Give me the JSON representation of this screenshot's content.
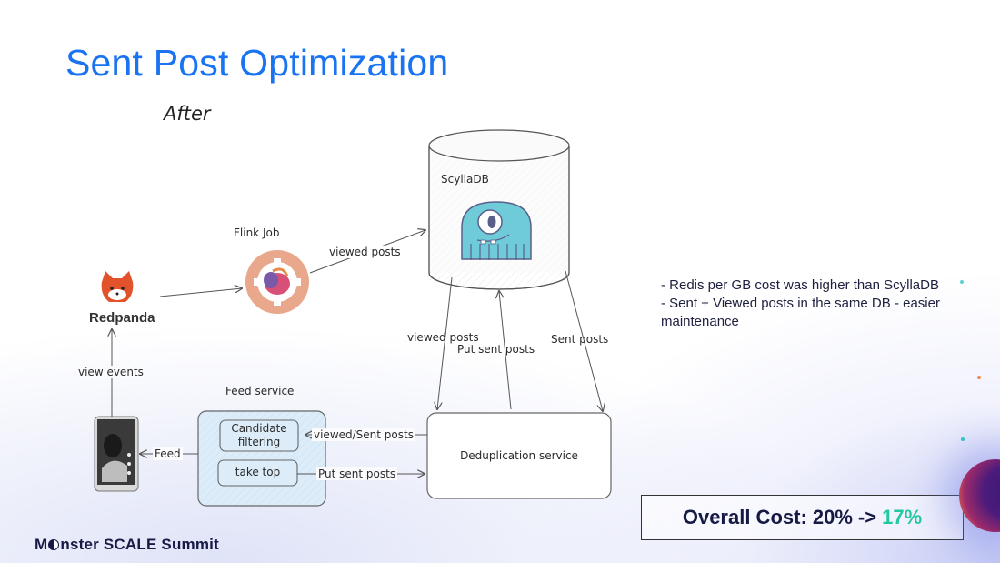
{
  "slide": {
    "title": "Sent Post Optimization",
    "subtitle": "After"
  },
  "diagram": {
    "nodes": {
      "scylladb": "ScyllaDB",
      "flink": "Flink Job",
      "redpanda": "Redpanda",
      "feed_service": "Feed service",
      "candidate_filtering_line1": "Candidate",
      "candidate_filtering_line2": "filtering",
      "take_top": "take top",
      "dedup": "Deduplication service"
    },
    "edges": {
      "flink_to_scylla": "viewed posts",
      "scylla_to_dedup_viewed": "viewed posts",
      "dedup_to_scylla_put": "Put sent posts",
      "scylla_to_dedup_sent": "Sent posts",
      "phone_to_redpanda": "view events",
      "feed_to_phone": "Feed",
      "dedup_to_candidate": "viewed/Sent posts",
      "taketop_to_dedup": "Put sent posts"
    },
    "icons": {
      "scylladb": "scylladb-octopus-icon",
      "flink": "flink-squirrel-icon",
      "redpanda": "redpanda-logo-icon",
      "phone": "mobile-phone-icon"
    }
  },
  "notes": [
    "- Redis per GB cost was higher than ScyllaDB",
    "- Sent + Viewed posts in the same DB - easier maintenance"
  ],
  "cost": {
    "label": "Overall Cost: 20%",
    "arrow": "->",
    "new_value": "17%",
    "colors": {
      "text": "#161a44",
      "new": "#22c9a0"
    }
  },
  "brand": {
    "m": "M",
    "rest": "nster SCALE Summit"
  },
  "colors": {
    "title": "#1a73f0",
    "scylla_teal": "#6fcbd8",
    "feed_box_fill": "#dcecf9"
  }
}
